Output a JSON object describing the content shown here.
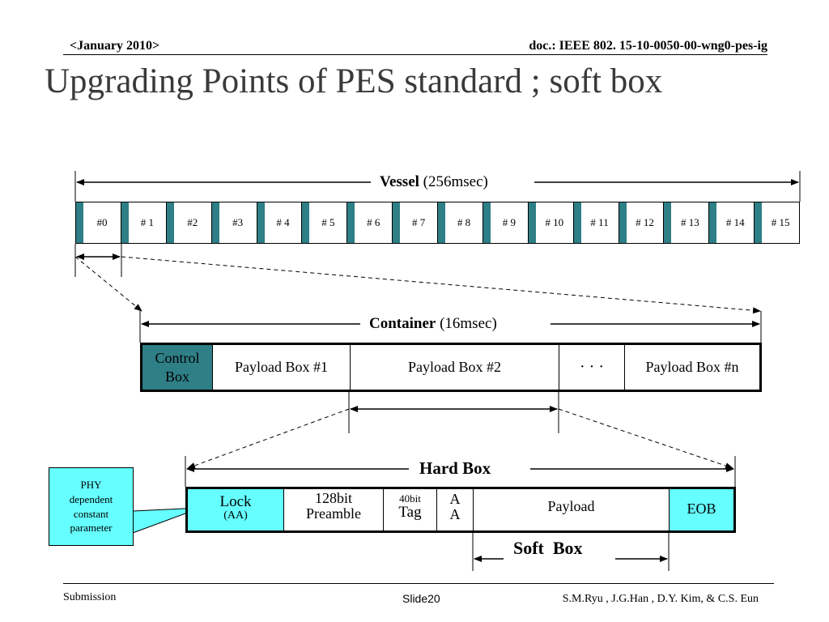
{
  "header": {
    "date": "<January 2010>",
    "doc_id": "doc.: IEEE 802. 15-10-0050-00-wng0-pes-ig"
  },
  "title": "Upgrading Points of PES standard ; soft box",
  "vessel": {
    "label_bold": "Vessel",
    "label_rest": " (256msec)",
    "slots": [
      "#0",
      "# 1",
      "#2",
      "#3",
      "# 4",
      "# 5",
      "# 6",
      "# 7",
      "# 8",
      "# 9",
      "# 10",
      "# 11",
      "# 12",
      "# 13",
      "# 14",
      "# 15"
    ]
  },
  "container": {
    "label_bold": "Container",
    "label_rest": " (16msec)",
    "control_line1": "Control",
    "control_line2": "Box",
    "payload1": "Payload Box #1",
    "payload2": "Payload Box #2",
    "ellipsis": "· · ·",
    "payloadn": "Payload Box #n"
  },
  "hard_box": {
    "label": "Hard Box",
    "lock": "Lock",
    "lock_sub": "(AA)",
    "preamble_1": "128bit",
    "preamble_2": "Preamble",
    "tag_1": "40bit",
    "tag_2": "Tag",
    "aa_1": "A",
    "aa_2": "A",
    "payload": "Payload",
    "eob": "EOB"
  },
  "soft_box": {
    "label": "Soft  Box"
  },
  "callout": {
    "line1": "PHY",
    "line2": "dependent",
    "line3": "constant",
    "line4": "parameter"
  },
  "footer": {
    "left": "Submission",
    "center": "Slide20",
    "right": "S.M.Ryu , J.G.Han , D.Y. Kim, & C.S. Eun"
  },
  "colors": {
    "teal": "#2e7f86",
    "cyan": "#66ffff",
    "title": "#3a3a3a"
  }
}
